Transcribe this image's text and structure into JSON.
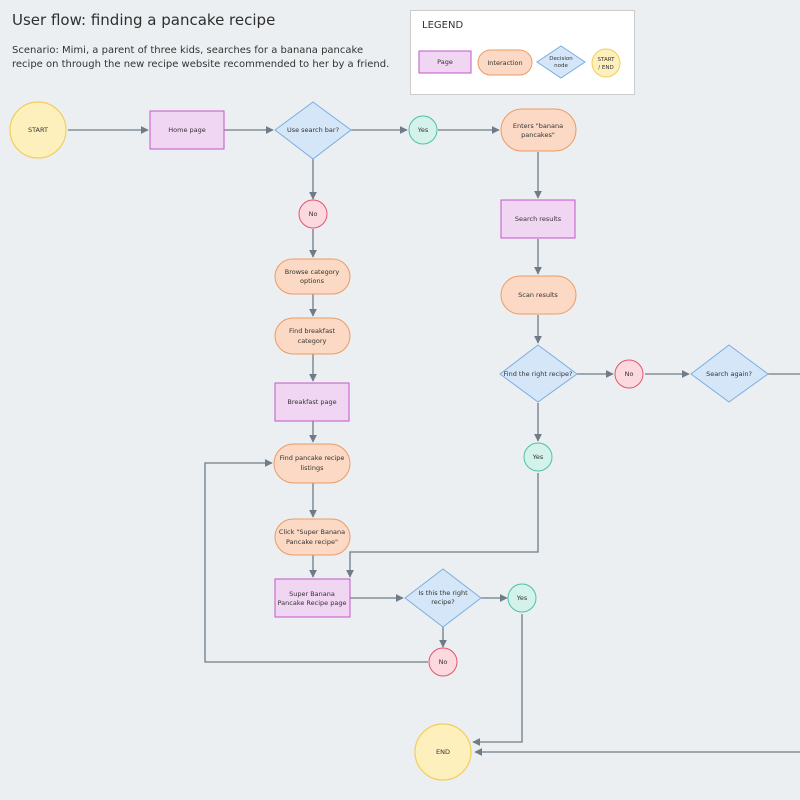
{
  "title": "User flow: finding a pancake recipe",
  "scenario": "Scenario: Mimi, a parent of three kids, searches for a banana pancake recipe on through the new recipe website recommended to her by a friend.",
  "legend": {
    "title": "LEGEND",
    "page": "Page",
    "interaction": "Interaction",
    "decision_line1": "Decision",
    "decision_line2": "node",
    "startend_line1": "START",
    "startend_line2": "/ END"
  },
  "nodes": {
    "start": "START",
    "home_page": "Home page",
    "use_search_bar": "Use search bar?",
    "yes_search": "Yes",
    "enters_line1": "Enters \"banana",
    "enters_line2": "pancakes\"",
    "no_search": "No",
    "search_results": "Search results",
    "browse_line1": "Browse category",
    "browse_line2": "options",
    "scan_results": "Scan results",
    "find_breakfast_line1": "Find breakfast",
    "find_breakfast_line2": "category",
    "find_right_recipe": "Find the right recipe?",
    "no_find": "No",
    "search_again": "Search again?",
    "breakfast_page": "Breakfast page",
    "yes_find": "Yes",
    "find_listings_line1": "Find pancake recipe",
    "find_listings_line2": "listings",
    "click_line1": "Click \"Super Banana",
    "click_line2": "Pancake recipe\"",
    "recipe_page_line1": "Super Banana",
    "recipe_page_line2": "Pancake Recipe page",
    "is_right_line1": "Is this the right",
    "is_right_line2": "recipe?",
    "yes_right": "Yes",
    "no_right": "No",
    "end": "END"
  },
  "colors": {
    "background": "#eceff1",
    "page_fill": "#f0d6f3",
    "page_stroke": "#c257c9",
    "interaction_fill": "#fbd9c4",
    "interaction_stroke": "#ee9a64",
    "decision_fill": "#d5e6f8",
    "decision_stroke": "#7aaee0",
    "startend_fill": "#fdf0bd",
    "startend_stroke": "#f1cf5a",
    "yes_fill": "#d3f2ea",
    "yes_stroke": "#4fc2a3",
    "no_fill": "#fbd9df",
    "no_stroke": "#e2566f",
    "arrow": "#6f7c87"
  }
}
